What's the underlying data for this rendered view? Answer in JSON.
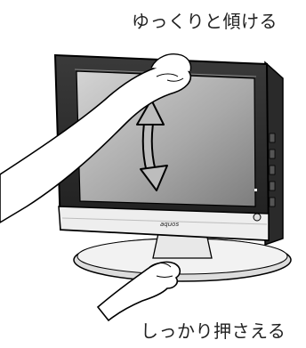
{
  "captions": {
    "top": "ゆっくりと傾ける",
    "bottom": "しっかり押さえる"
  },
  "tv": {
    "brand_text": "aquos"
  },
  "icons": {
    "tilt_arrow": "double-headed-curved-arrow-icon"
  },
  "colors": {
    "bezel": "#2b2b2b",
    "screen_light": "#c9c9c9",
    "screen_dark": "#8a8a8a",
    "outline": "#000000",
    "stand": "#e6e6e6"
  }
}
